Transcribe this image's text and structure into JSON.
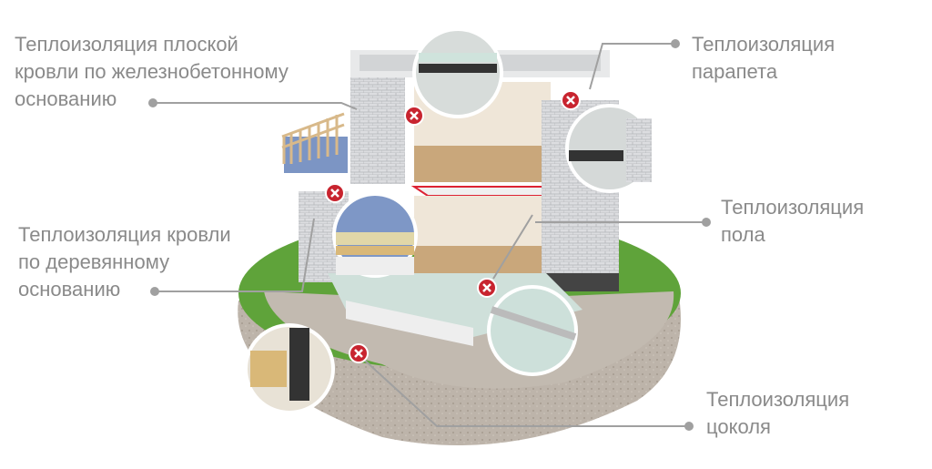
{
  "labels": {
    "flat_roof": [
      "Теплоизоляция плоской",
      "кровли по железнобетонному",
      "основанию"
    ],
    "parapet": [
      "Теплоизоляция",
      "парапета"
    ],
    "floor": [
      "Теплоизоляция",
      "пола"
    ],
    "wood_roof": [
      "Теплоизоляция кровли",
      "по деревянному",
      "основанию"
    ],
    "plinth": [
      "Теплоизоляция",
      "цоколя"
    ]
  },
  "colors": {
    "label_text": "#8a8a8a",
    "leader_line": "#a0a0a0",
    "marker": "#c8242f",
    "grass": "#5fa33a",
    "ground": "#b9b0a6",
    "brick": "#d9dadc",
    "floor_wood": "#c9a77b"
  },
  "icons": {
    "marker": "close-marker-icon"
  }
}
